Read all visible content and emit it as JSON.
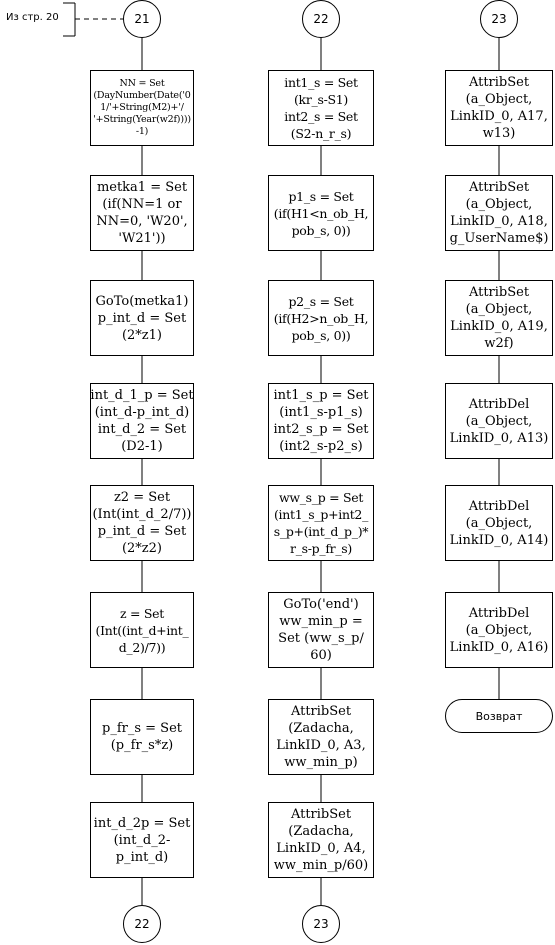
{
  "offpage_ref": "Из стр. 20",
  "col1": {
    "connector_top": "21",
    "boxes": [
      [
        "NN = Set",
        "(DayNumber(Date('0",
        "1/'+String(M2)+'/",
        "'+String(Year(w2f))))",
        "-1)"
      ],
      [
        "metka1 = Set",
        "(if(NN=1 or",
        "NN=0, 'W20',",
        "'W21'))"
      ],
      [
        "GoTo(metka1)",
        "p_int_d = Set",
        "(2*z1)"
      ],
      [
        "int_d_1_p = Set",
        "(int_d-p_int_d)",
        "int_d_2 = Set",
        "(D2-1)"
      ],
      [
        "z2 = Set",
        "(Int(int_d_2/7))",
        "p_int_d = Set",
        "(2*z2)"
      ],
      [
        "z = Set",
        "(Int((int_d+int_",
        "d_2)/7))"
      ],
      [
        "p_fr_s = Set",
        "(p_fr_s*z)"
      ],
      [
        "int_d_2p = Set",
        "(int_d_2-",
        "p_int_d)"
      ]
    ],
    "connector_bottom": "22"
  },
  "col2": {
    "connector_top": "22",
    "boxes": [
      [
        "int1_s = Set",
        "(kr_s-S1)",
        "int2_s = Set",
        "(S2-n_r_s)"
      ],
      [
        "p1_s = Set",
        "(if(H1<n_ob_H,",
        "pob_s, 0))"
      ],
      [
        "p2_s = Set",
        "(if(H2>n_ob_H,",
        "pob_s, 0))"
      ],
      [
        "int1_s_p = Set",
        "(int1_s-p1_s)",
        "int2_s_p = Set",
        "(int2_s-p2_s)"
      ],
      [
        "ww_s_p = Set",
        "(int1_s_p+int2_",
        "s_p+(int_d_p_)*",
        "r_s-p_fr_s)"
      ],
      [
        "GoTo('end')",
        "ww_min_p =",
        "Set (ww_s_p/",
        "60)"
      ],
      [
        "AttribSet",
        "(Zadacha,",
        "LinkID_0, A3,",
        "ww_min_p)"
      ],
      [
        "AttribSet",
        "(Zadacha,",
        "LinkID_0, A4,",
        "ww_min_p/60)"
      ]
    ],
    "connector_bottom": "23"
  },
  "col3": {
    "connector_top": "23",
    "boxes": [
      [
        "AttribSet",
        "(a_Object,",
        "LinkID_0, A17,",
        "w13)"
      ],
      [
        "AttribSet",
        "(a_Object,",
        "LinkID_0, A18,",
        "g_UserName$)"
      ],
      [
        "AttribSet",
        "(a_Object,",
        "LinkID_0, A19,",
        "w2f)"
      ],
      [
        "AttribDel",
        "(a_Object,",
        "LinkID_0, A13)"
      ],
      [
        "AttribDel",
        "(a_Object,",
        "LinkID_0, A14)"
      ],
      [
        "AttribDel",
        "(a_Object,",
        "LinkID_0, A16)"
      ]
    ],
    "terminal": "Возврат"
  }
}
